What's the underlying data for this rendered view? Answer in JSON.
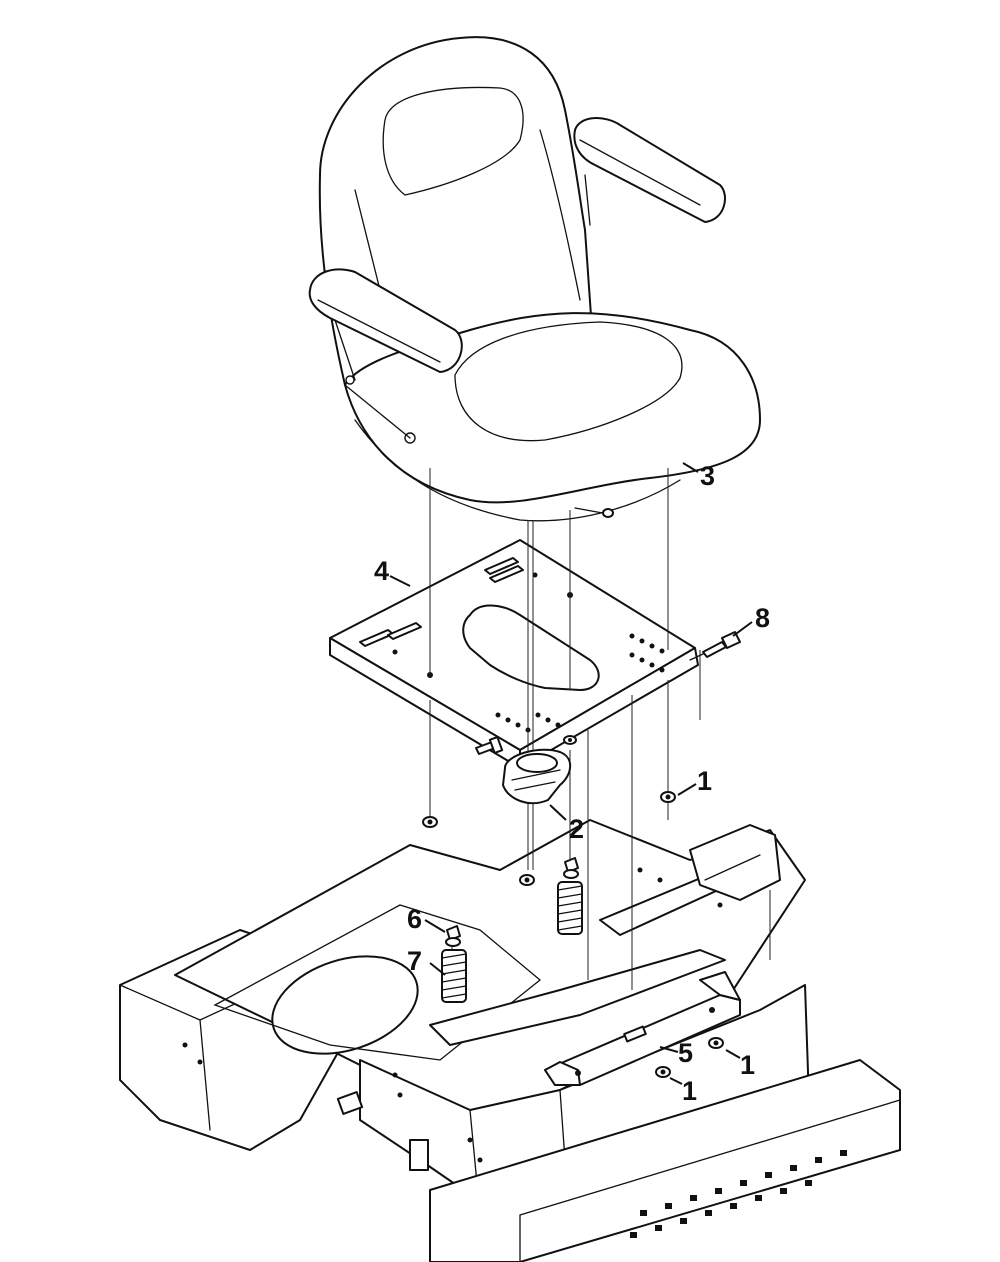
{
  "callouts": [
    {
      "id": "1a",
      "label": "1"
    },
    {
      "id": "1b",
      "label": "1"
    },
    {
      "id": "1c",
      "label": "1"
    },
    {
      "id": "2",
      "label": "2"
    },
    {
      "id": "3",
      "label": "3"
    },
    {
      "id": "4",
      "label": "4"
    },
    {
      "id": "5",
      "label": "5"
    },
    {
      "id": "6",
      "label": "6"
    },
    {
      "id": "7",
      "label": "7"
    },
    {
      "id": "8",
      "label": "8"
    }
  ]
}
